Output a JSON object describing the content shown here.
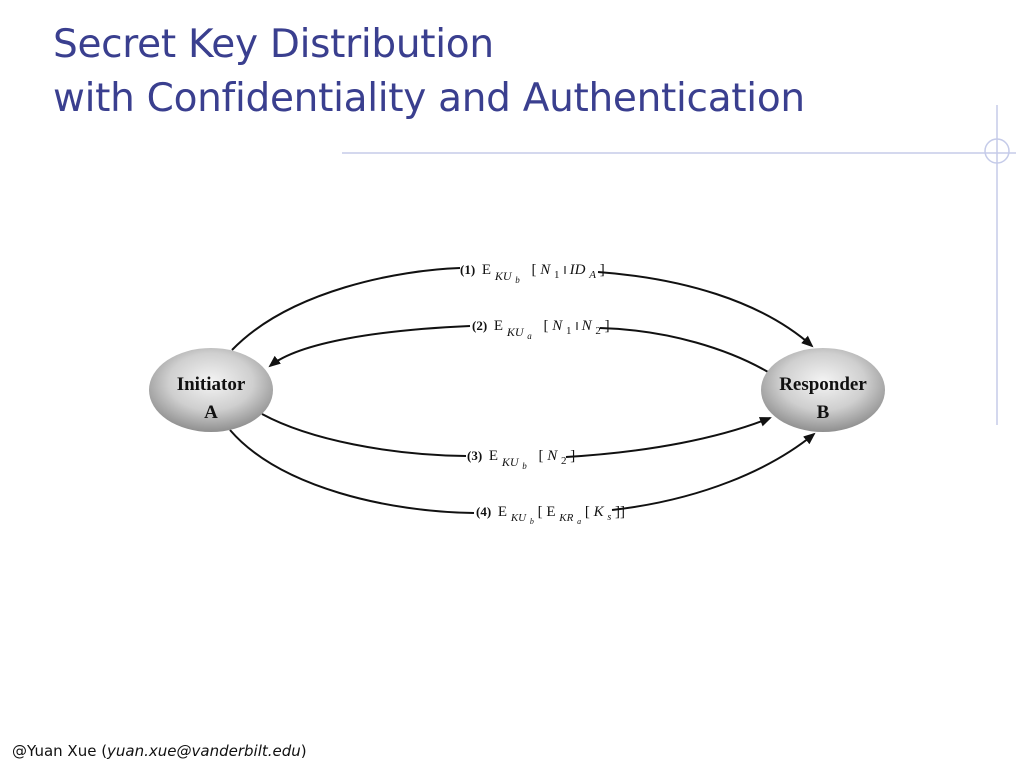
{
  "slide": {
    "title_line1": "Secret Key Distribution",
    "title_line2": "with Confidentiality and Authentication",
    "accent_color": "#3a3f8f"
  },
  "diagram": {
    "nodes": {
      "initiator": {
        "line1": "Initiator",
        "line2": "A"
      },
      "responder": {
        "line1": "Responder",
        "line2": "B"
      }
    },
    "messages": [
      {
        "step": "(1)",
        "op": "E",
        "key": "KU",
        "key_sub": "b",
        "content_parts": [
          "[",
          "N",
          "1",
          " ‖ ",
          "ID",
          "A",
          "]"
        ],
        "direction": "A→B"
      },
      {
        "step": "(2)",
        "op": "E",
        "key": "KU",
        "key_sub": "a",
        "content_parts": [
          "[",
          "N",
          "1",
          " ‖ ",
          "N",
          "2",
          "]"
        ],
        "direction": "B→A"
      },
      {
        "step": "(3)",
        "op": "E",
        "key": "KU",
        "key_sub": "b",
        "content_parts": [
          "[",
          "N",
          "2",
          "]"
        ],
        "direction": "A→B"
      },
      {
        "step": "(4)",
        "op": "E",
        "key": "KU",
        "key_sub": "b",
        "inner_op": "E",
        "inner_key": "KR",
        "inner_key_sub": "a",
        "content_parts": [
          "[",
          "K",
          "s",
          "]]"
        ],
        "direction": "A→B"
      }
    ]
  },
  "footer": {
    "prefix": "@Yuan Xue (",
    "email": "yuan.xue@vanderbilt.edu",
    "suffix": ")"
  }
}
